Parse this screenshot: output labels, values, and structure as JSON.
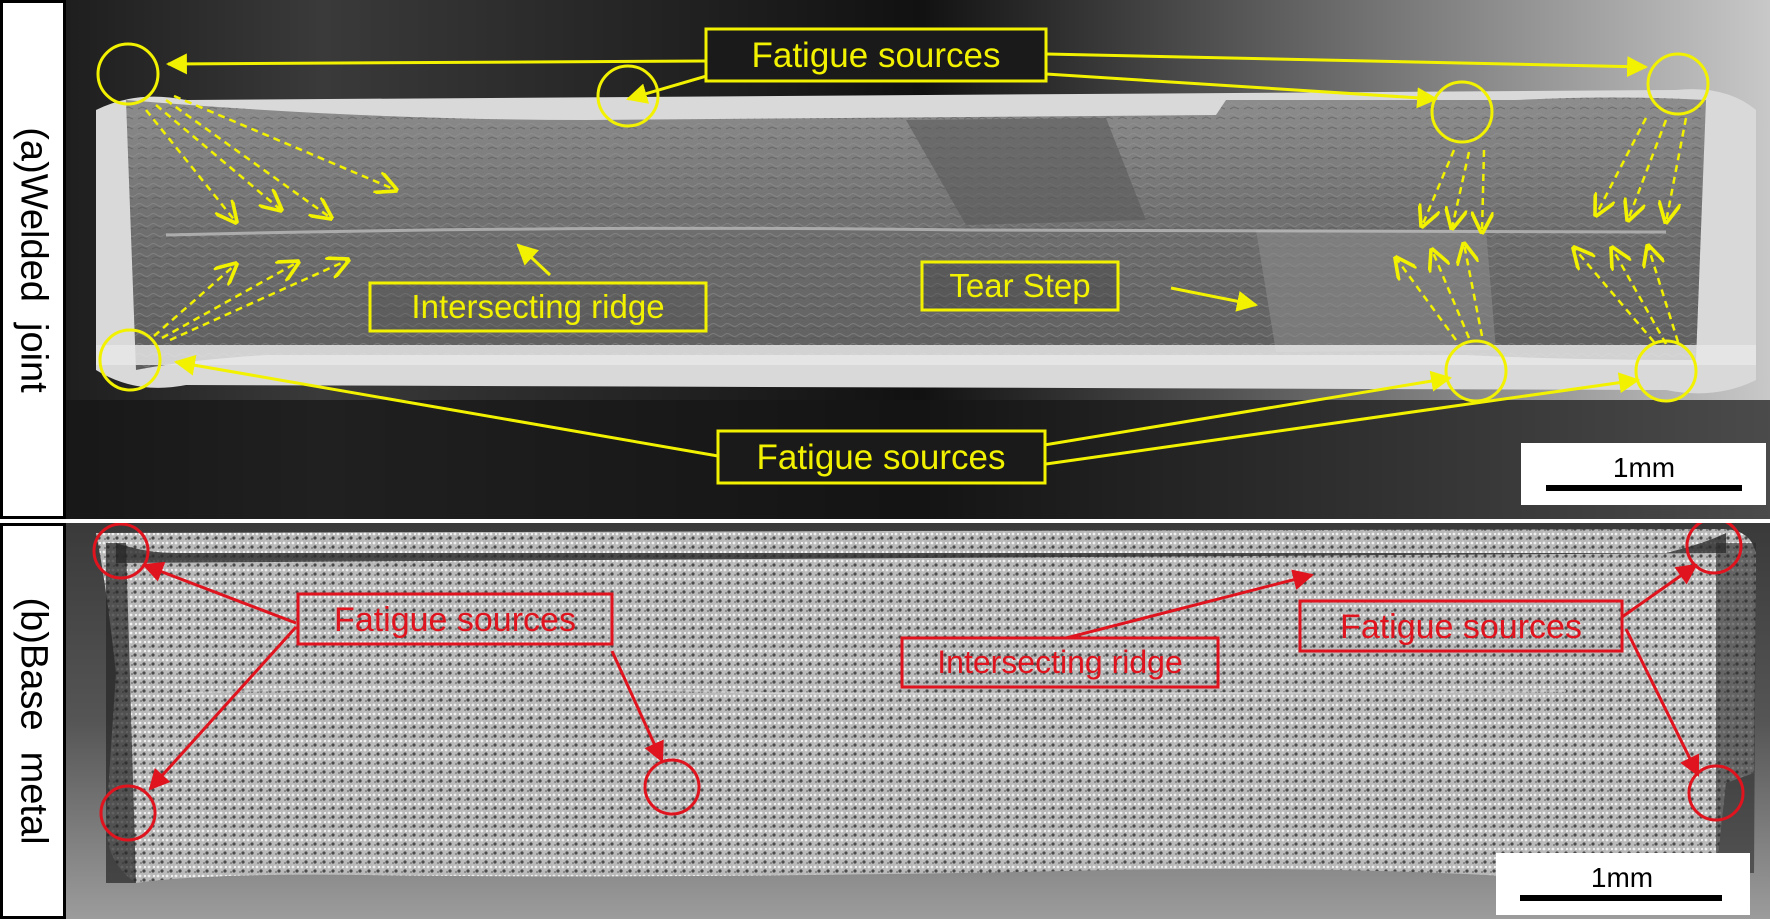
{
  "panel_a": {
    "side_label": "(a)Welded  joint",
    "label_top": "Fatigue sources",
    "label_bottom": "Fatigue sources",
    "label_ridge": "Intersecting ridge",
    "label_tear": "Tear Step",
    "scale_bar": "1mm",
    "annotation_color": "#f2f200"
  },
  "panel_b": {
    "side_label": "(b)Base  metal",
    "label_left": "Fatigue sources",
    "label_right": "Fatigue sources",
    "label_ridge": "Intersecting ridge",
    "scale_bar": "1mm",
    "annotation_color": "#e0141e"
  }
}
